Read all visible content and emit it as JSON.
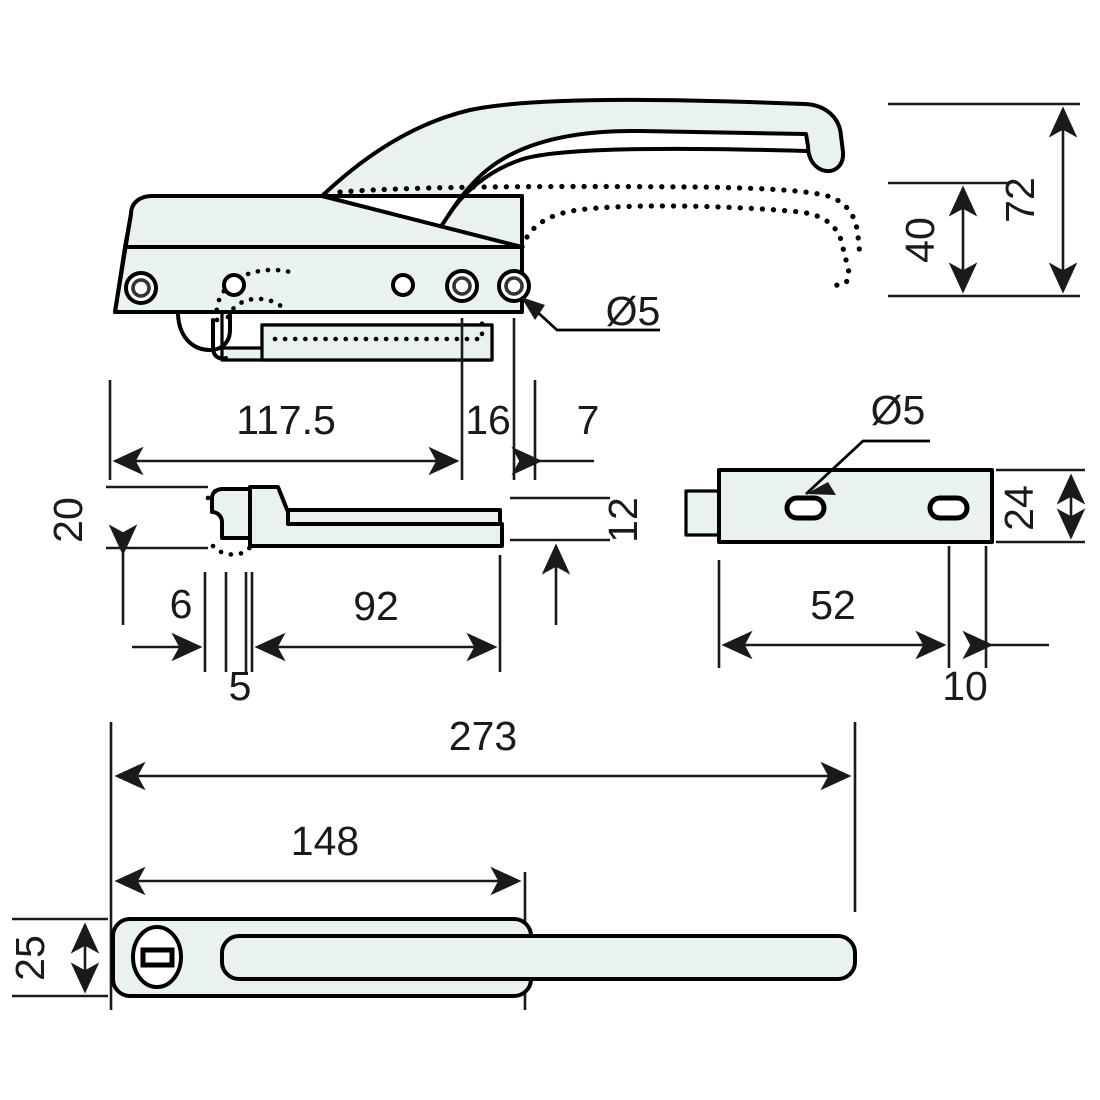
{
  "drawing": {
    "title": "Refrigeration door handle technical drawing",
    "units": "mm",
    "fill_color": "#e9f2f1",
    "line_color": "#000000",
    "background": "#ffffff"
  },
  "views": {
    "side_elevation": {
      "name": "side-elevation-view",
      "description": "Side elevation of latch handle with base plate and curved lever"
    },
    "section_profile": {
      "name": "section-profile-view",
      "description": "Thin side profile section of the base plate"
    },
    "top_plate": {
      "name": "top-plate-view",
      "description": "Top view of mounting plate with two oblong slots"
    },
    "bottom_plan": {
      "name": "bottom-plan-view",
      "description": "Plan view of handle with lock cylinder and lever arm"
    }
  },
  "dimensions": {
    "height_72": "72",
    "height_40": "40",
    "length_117_5": "117.5",
    "length_16": "16",
    "length_7": "7",
    "height_20": "20",
    "height_12": "12",
    "length_6": "6",
    "length_5": "5",
    "length_92": "92",
    "height_24": "24",
    "length_52": "52",
    "length_10": "10",
    "length_273": "273",
    "length_148": "148",
    "height_25": "25"
  },
  "callouts": {
    "diameter_top": "Ø5",
    "diameter_plate": "Ø5"
  }
}
